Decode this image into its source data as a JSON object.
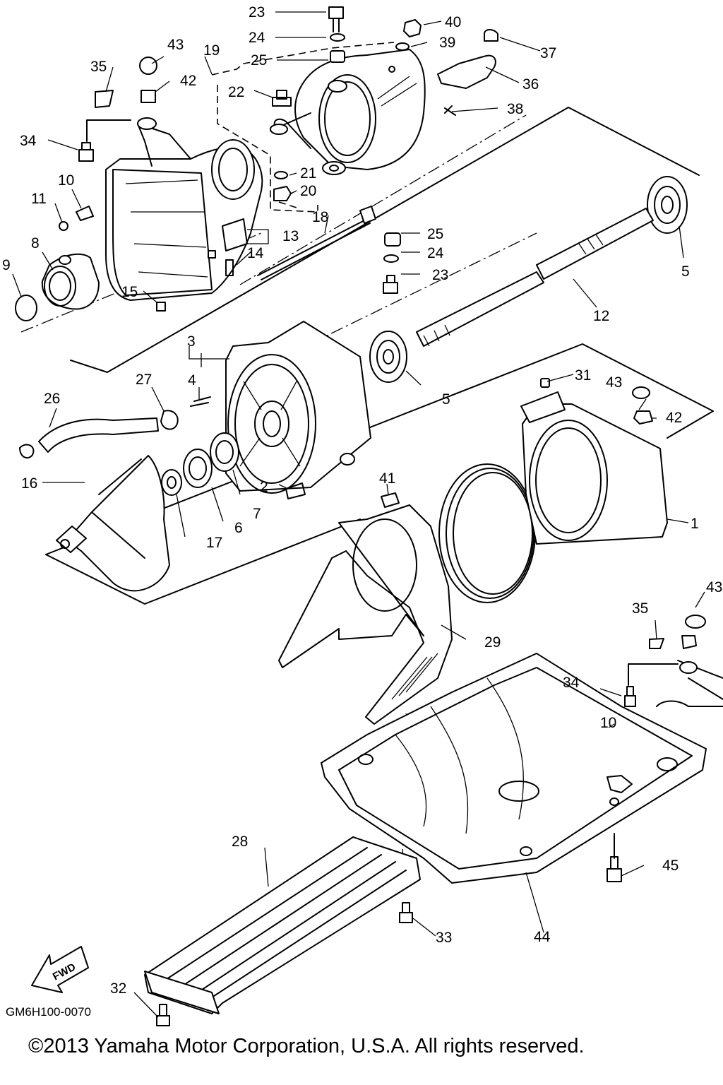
{
  "diagram": {
    "code": "GM6H100-0070",
    "fwd_label": "FWD",
    "copyright": "©2013 Yamaha Motor Corporation, U.S.A. All rights reserved.",
    "parts": [
      {
        "id": "p23a",
        "label": "23"
      },
      {
        "id": "p24a",
        "label": "24"
      },
      {
        "id": "p25a",
        "label": "25"
      },
      {
        "id": "p40",
        "label": "40"
      },
      {
        "id": "p39",
        "label": "39"
      },
      {
        "id": "p37",
        "label": "37"
      },
      {
        "id": "p36",
        "label": "36"
      },
      {
        "id": "p38",
        "label": "38"
      },
      {
        "id": "p43a",
        "label": "43"
      },
      {
        "id": "p19",
        "label": "19"
      },
      {
        "id": "p35a",
        "label": "35"
      },
      {
        "id": "p42a",
        "label": "42"
      },
      {
        "id": "p22",
        "label": "22"
      },
      {
        "id": "p34a",
        "label": "34"
      },
      {
        "id": "p21",
        "label": "21"
      },
      {
        "id": "p20",
        "label": "20"
      },
      {
        "id": "p10a",
        "label": "10"
      },
      {
        "id": "p11",
        "label": "11"
      },
      {
        "id": "p18",
        "label": "18"
      },
      {
        "id": "p25b",
        "label": "25"
      },
      {
        "id": "p13",
        "label": "13"
      },
      {
        "id": "p24b",
        "label": "24"
      },
      {
        "id": "p8",
        "label": "8"
      },
      {
        "id": "p14",
        "label": "14"
      },
      {
        "id": "p9",
        "label": "9"
      },
      {
        "id": "p23b",
        "label": "23"
      },
      {
        "id": "p5a",
        "label": "5"
      },
      {
        "id": "p15",
        "label": "15"
      },
      {
        "id": "p12",
        "label": "12"
      },
      {
        "id": "p3",
        "label": "3"
      },
      {
        "id": "p27",
        "label": "27"
      },
      {
        "id": "p4",
        "label": "4"
      },
      {
        "id": "p26",
        "label": "26"
      },
      {
        "id": "p31",
        "label": "31"
      },
      {
        "id": "p43b",
        "label": "43"
      },
      {
        "id": "p5b",
        "label": "5"
      },
      {
        "id": "p42b",
        "label": "42"
      },
      {
        "id": "p41",
        "label": "41"
      },
      {
        "id": "p16",
        "label": "16"
      },
      {
        "id": "p2",
        "label": "2"
      },
      {
        "id": "p7",
        "label": "7"
      },
      {
        "id": "p6",
        "label": "6"
      },
      {
        "id": "p17",
        "label": "17"
      },
      {
        "id": "p1",
        "label": "1"
      },
      {
        "id": "p43c",
        "label": "43"
      },
      {
        "id": "p35b",
        "label": "35"
      },
      {
        "id": "p29",
        "label": "29"
      },
      {
        "id": "p34b",
        "label": "34"
      },
      {
        "id": "p10b",
        "label": "10"
      },
      {
        "id": "p28",
        "label": "28"
      },
      {
        "id": "p45",
        "label": "45"
      },
      {
        "id": "p33",
        "label": "33"
      },
      {
        "id": "p44",
        "label": "44"
      },
      {
        "id": "p32",
        "label": "32"
      }
    ]
  }
}
